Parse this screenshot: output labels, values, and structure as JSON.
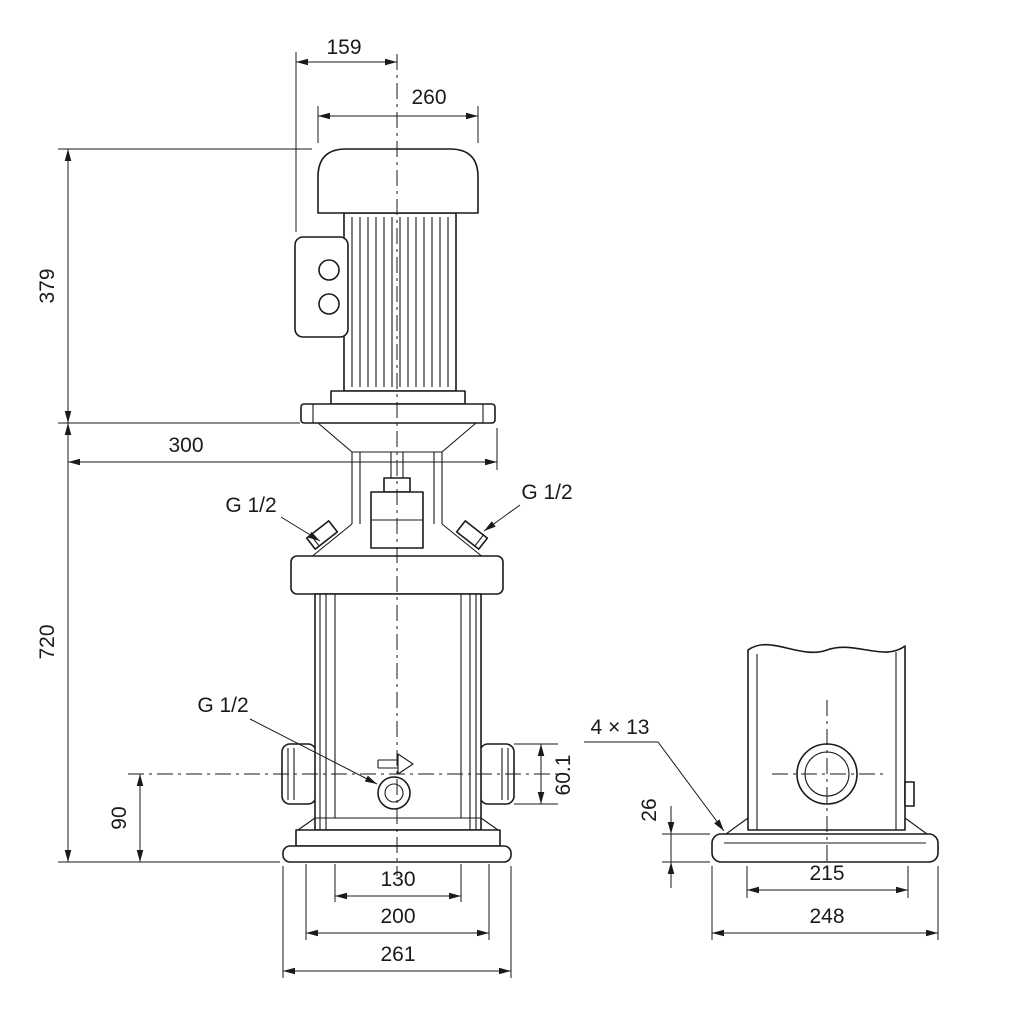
{
  "front_view": {
    "dimensions": {
      "d159": "159",
      "d260": "260",
      "d379": "379",
      "d300": "300",
      "d720": "720",
      "d90": "90",
      "d60_1": "60.1",
      "d130": "130",
      "d200": "200",
      "d261": "261"
    },
    "labels": {
      "plug_top_left": "G 1/2",
      "plug_top_right": "G 1/2",
      "drain_plug": "G 1/2"
    }
  },
  "side_view": {
    "dimensions": {
      "base_holes": "4 × 13",
      "d26": "26",
      "d215": "215",
      "d248": "248"
    }
  },
  "style": {
    "line_color": "#1a1a1a",
    "background": "#ffffff"
  }
}
